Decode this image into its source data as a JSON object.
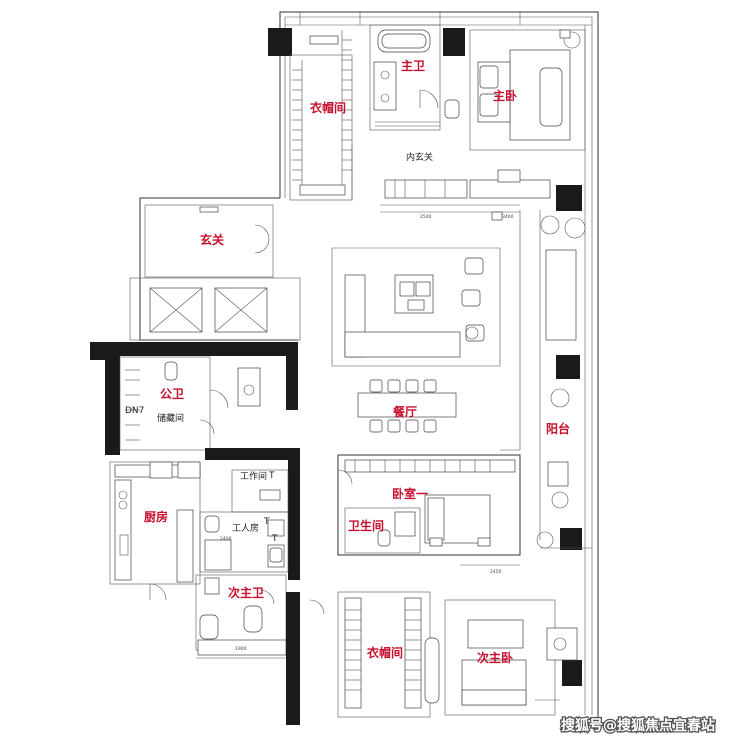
{
  "plan": {
    "rooms": {
      "master_bath": "主卫",
      "master_bedroom": "主卧",
      "master_closet": "衣帽间",
      "inner_foyer": "内玄关",
      "entrance": "玄关",
      "public_bath": "公卫",
      "storage": "储藏间",
      "dining": "餐厅",
      "balcony": "阳台",
      "work_room": "工作间",
      "kitchen": "厨房",
      "bedroom_one": "卧室一",
      "washroom": "卫生间",
      "maid_room": "工人房",
      "second_master_bath": "次主卫",
      "second_closet": "衣帽间",
      "second_master_bedroom": "次主卧"
    },
    "tags": {
      "t1": "T",
      "t2": "T",
      "t3": "T",
      "dn": "DN7"
    },
    "dimensions": {
      "d1": "2500",
      "d2": "3460",
      "d3": "2400",
      "d4": "2450",
      "d5": "1900"
    }
  },
  "watermark": "搜狐号@搜狐焦点宜春站"
}
